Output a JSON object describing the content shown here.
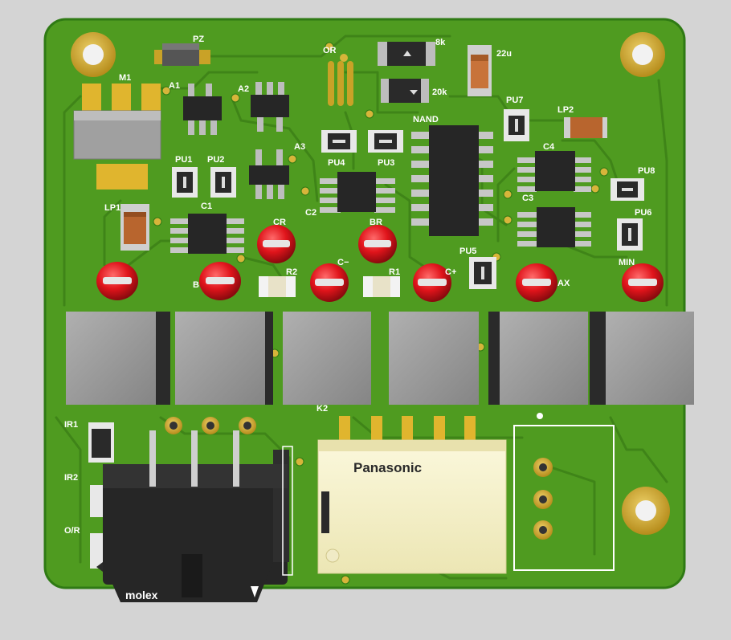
{
  "colors": {
    "background": "#d4d4d4",
    "board": "#4f9b20",
    "board_edge": "#2f7a14",
    "trace": "#3f8418",
    "pad_gold": "#c9a227",
    "silkscreen": "#ffffff",
    "led_red": "#e0141b",
    "relay_body": "#f7f3cf",
    "connector_black": "#262626",
    "terminal_grey": "#9a9a9a"
  },
  "labels": {
    "pz": "PZ",
    "m1": "M1",
    "a1": "A1",
    "a2": "A2",
    "a3": "A3",
    "or": "OR",
    "r8k": "8k",
    "r20k": "20k",
    "c22u": "22u",
    "nand": "NAND",
    "pu7": "PU7",
    "lp2": "LP2",
    "c4": "C4",
    "pu8": "PU8",
    "c3": "C3",
    "pu6": "PU6",
    "pu1": "PU1",
    "pu2": "PU2",
    "pu4": "PU4",
    "pu3": "PU3",
    "lp1": "LP1",
    "c1": "C1",
    "c2": "C2",
    "cr": "CR",
    "br": "BR",
    "r2": "R2",
    "r1": "R1",
    "cminus": "C−",
    "cplus": "C+",
    "b": "B",
    "pu5": "PU5",
    "ax": "AX",
    "min": "MIN",
    "k2": "K2",
    "ir1": "IR1",
    "ir2": "IR2",
    "or_low": "O/R"
  },
  "branding": {
    "relay_brand": "Panasonic",
    "connector_brand": "molex"
  }
}
